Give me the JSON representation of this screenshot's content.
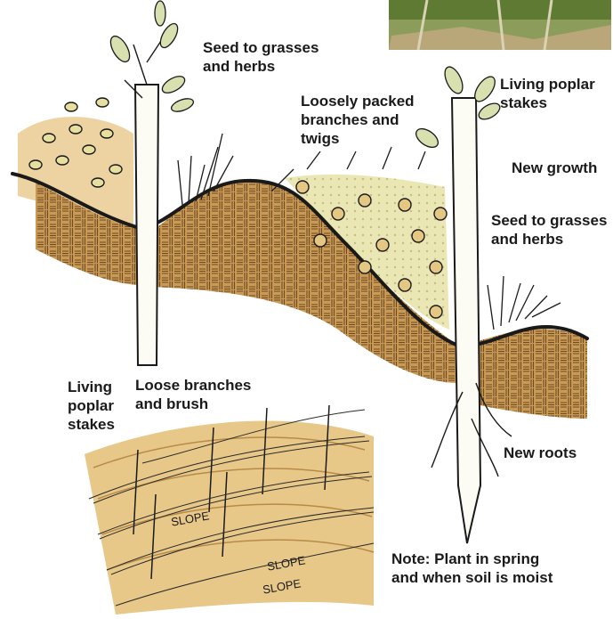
{
  "labels": {
    "seed_top_left": [
      "Seed to grasses",
      "and herbs"
    ],
    "living_poplar_top": [
      "Living poplar",
      "stakes"
    ],
    "loosely_packed": [
      "Loosely packed",
      "branches and",
      "twigs"
    ],
    "new_growth": [
      "New growth"
    ],
    "seed_right": [
      "Seed to grasses",
      "and herbs"
    ],
    "living_poplar_left": [
      "Living",
      "poplar",
      "stakes"
    ],
    "loose_branches": [
      "Loose branches",
      "and brush"
    ],
    "new_roots": [
      "New roots"
    ],
    "note": [
      "Note: Plant in spring",
      "and when soil is moist"
    ]
  },
  "slope_words": [
    "SLOPE",
    "SLOPE",
    "SLOPE"
  ],
  "colors": {
    "soil_fill": "#c99a55",
    "soil_hatch": "#6e4a22",
    "tan_wash": "#e8c889",
    "ink": "#1a1a1a",
    "leaf": "#d8e0b0",
    "photo_green": "#6b8a3e"
  }
}
